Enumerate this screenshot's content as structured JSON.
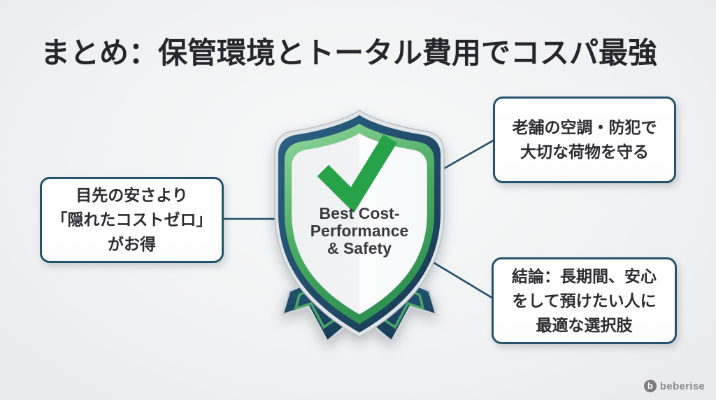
{
  "title": "まとめ：保管環境とトータル費用でコスパ最強",
  "badge": {
    "name": "best-cost-performance-safety-shield",
    "line1": "Best Cost-",
    "line2": "Performance",
    "line3": "& Safety"
  },
  "callouts": [
    {
      "id": "left",
      "lines": [
        "目先の安さより",
        "「隠れたコストゼロ」",
        "がお得"
      ]
    },
    {
      "id": "top-right",
      "lines": [
        "老舗の空調・防犯で",
        "大切な荷物を守る"
      ]
    },
    {
      "id": "bottom-right",
      "lines": [
        "結論：長期間、安心",
        "をして預けたい人に",
        "最適な選択肢"
      ]
    }
  ],
  "logo": {
    "mark": "b",
    "text": "beberise"
  },
  "colors": {
    "title_text": "#26262c",
    "box_border": "#25536c",
    "connector": "#24506b",
    "shield_navy": "#1d4a66",
    "shield_green": "#37a05c",
    "check_green": "#27a248",
    "background": "#f1f2f3"
  }
}
